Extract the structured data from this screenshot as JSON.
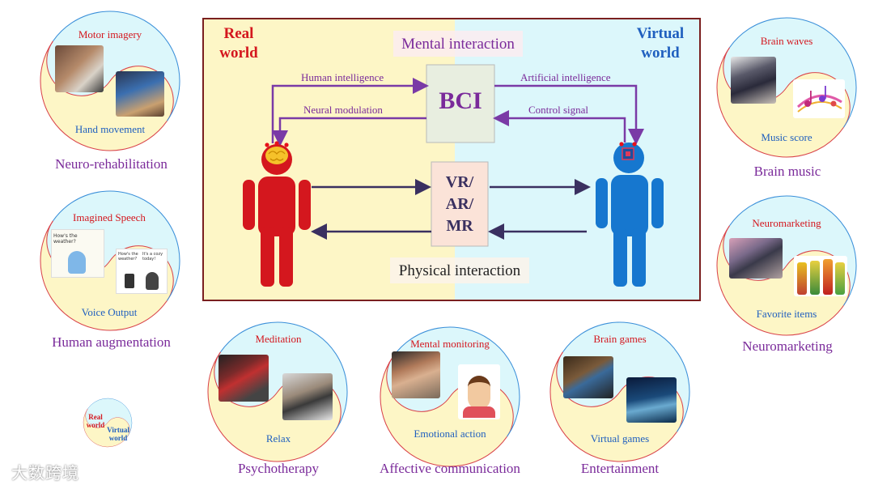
{
  "center": {
    "real_world": "Real\nworld",
    "virtual_world": "Virtual\nworld",
    "mental_interaction": "Mental interaction",
    "physical_interaction": "Physical interaction",
    "bci": "BCI",
    "vr_ar_mr": "VR/\nAR/\nMR",
    "human_intelligence": "Human intelligence",
    "neural_modulation": "Neural modulation",
    "artificial_intelligence": "Artificial intelligence",
    "control_signal": "Control signal"
  },
  "apps": {
    "neuro_rehab": {
      "top": "Motor imagery",
      "bottom": "Hand movement",
      "caption": "Neuro-rehabilitation"
    },
    "human_aug": {
      "top": "Imagined Speech",
      "bottom": "Voice Output",
      "caption": "Human augmentation",
      "bubble1": "How's the weather?",
      "bubble2": "How's the weather?",
      "bubble3": "It's a cozy today!"
    },
    "psychotherapy": {
      "top": "Meditation",
      "bottom": "Relax",
      "caption": "Psychotherapy"
    },
    "affective": {
      "top": "Mental monitoring",
      "bottom": "Emotional action",
      "caption": "Affective communication"
    },
    "entertainment": {
      "top": "Brain games",
      "bottom": "Virtual games",
      "caption": "Entertainment"
    },
    "brain_music": {
      "top": "Brain waves",
      "bottom": "Music score",
      "caption": "Brain music"
    },
    "neuromarketing": {
      "top": "Neuromarketing",
      "bottom": "Favorite items",
      "caption": "Neuromarketing"
    }
  },
  "legend": {
    "real": "Real world",
    "virtual": "Virtual world"
  },
  "watermark": "大数跨境",
  "colors": {
    "real_bg": "#fdf6c6",
    "virtual_bg": "#dcf7fb",
    "red_figure": "#d4171e",
    "blue_figure": "#1677cf",
    "arrow_purple": "#7a3aa6",
    "arrow_dark": "#3a3060",
    "frame": "#7a1f1f"
  }
}
